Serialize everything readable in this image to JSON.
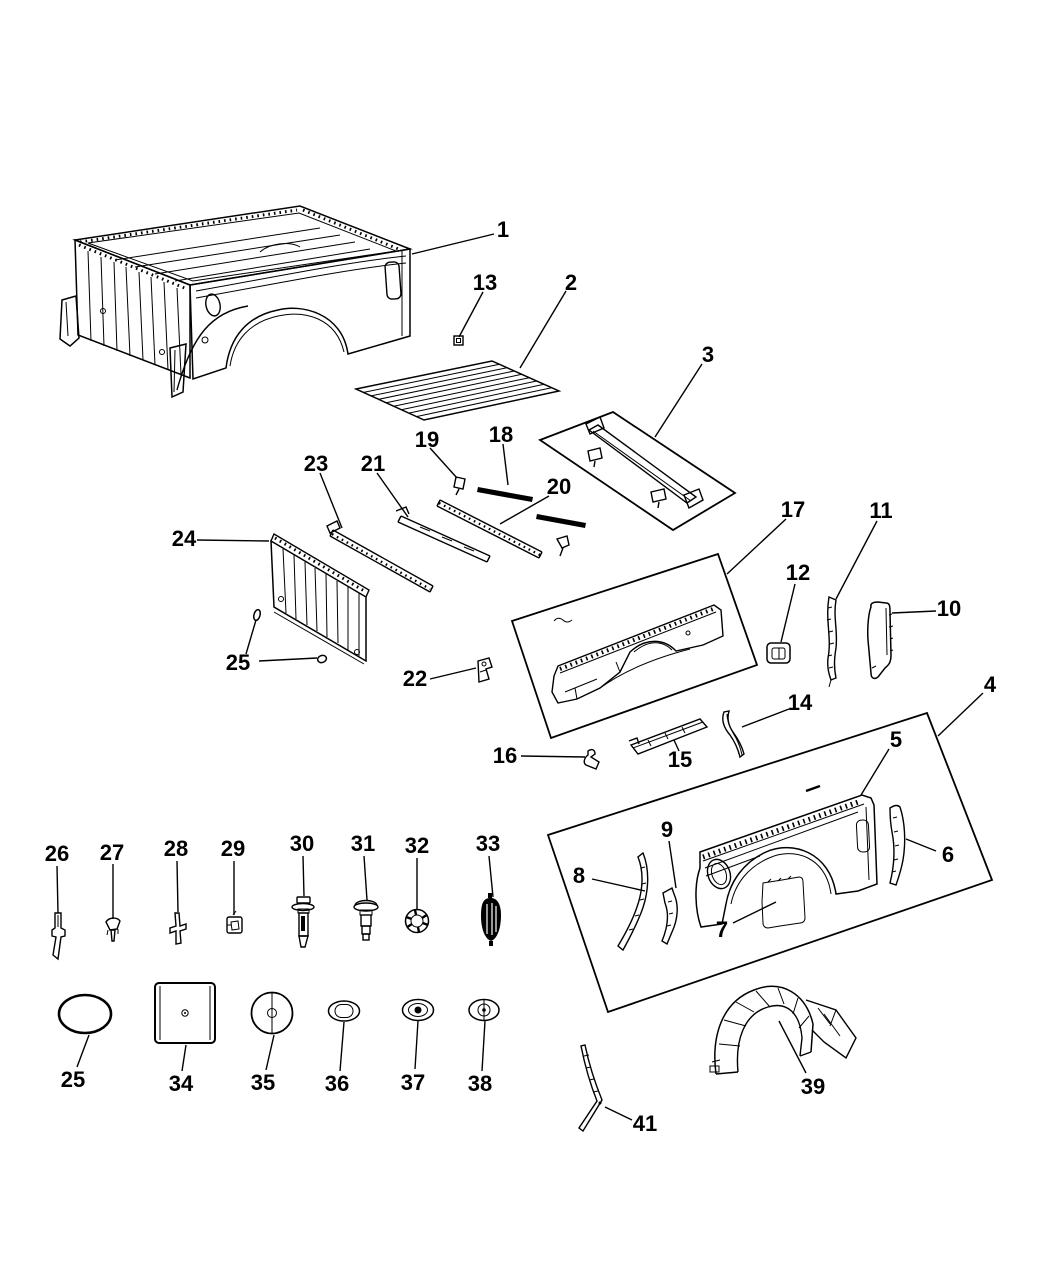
{
  "page": {
    "background_color": "#ffffff",
    "line_color": "#000000"
  },
  "diagram": {
    "type": "exploded-parts-diagram",
    "callouts": [
      {
        "label": "1"
      },
      {
        "label": "2"
      },
      {
        "label": "3"
      },
      {
        "label": "13"
      },
      {
        "label": "19"
      },
      {
        "label": "18"
      },
      {
        "label": "23"
      },
      {
        "label": "21"
      },
      {
        "label": "20"
      },
      {
        "label": "24"
      },
      {
        "label": "17"
      },
      {
        "label": "11"
      },
      {
        "label": "12"
      },
      {
        "label": "10"
      },
      {
        "label": "25"
      },
      {
        "label": "22"
      },
      {
        "label": "4"
      },
      {
        "label": "14"
      },
      {
        "label": "5"
      },
      {
        "label": "16"
      },
      {
        "label": "15"
      },
      {
        "label": "9"
      },
      {
        "label": "6"
      },
      {
        "label": "8"
      },
      {
        "label": "7"
      },
      {
        "label": "26"
      },
      {
        "label": "27"
      },
      {
        "label": "28"
      },
      {
        "label": "29"
      },
      {
        "label": "30"
      },
      {
        "label": "31"
      },
      {
        "label": "32"
      },
      {
        "label": "33"
      },
      {
        "label": "25"
      },
      {
        "label": "34"
      },
      {
        "label": "35"
      },
      {
        "label": "36"
      },
      {
        "label": "37"
      },
      {
        "label": "38"
      },
      {
        "label": "39"
      },
      {
        "label": "41"
      }
    ]
  }
}
